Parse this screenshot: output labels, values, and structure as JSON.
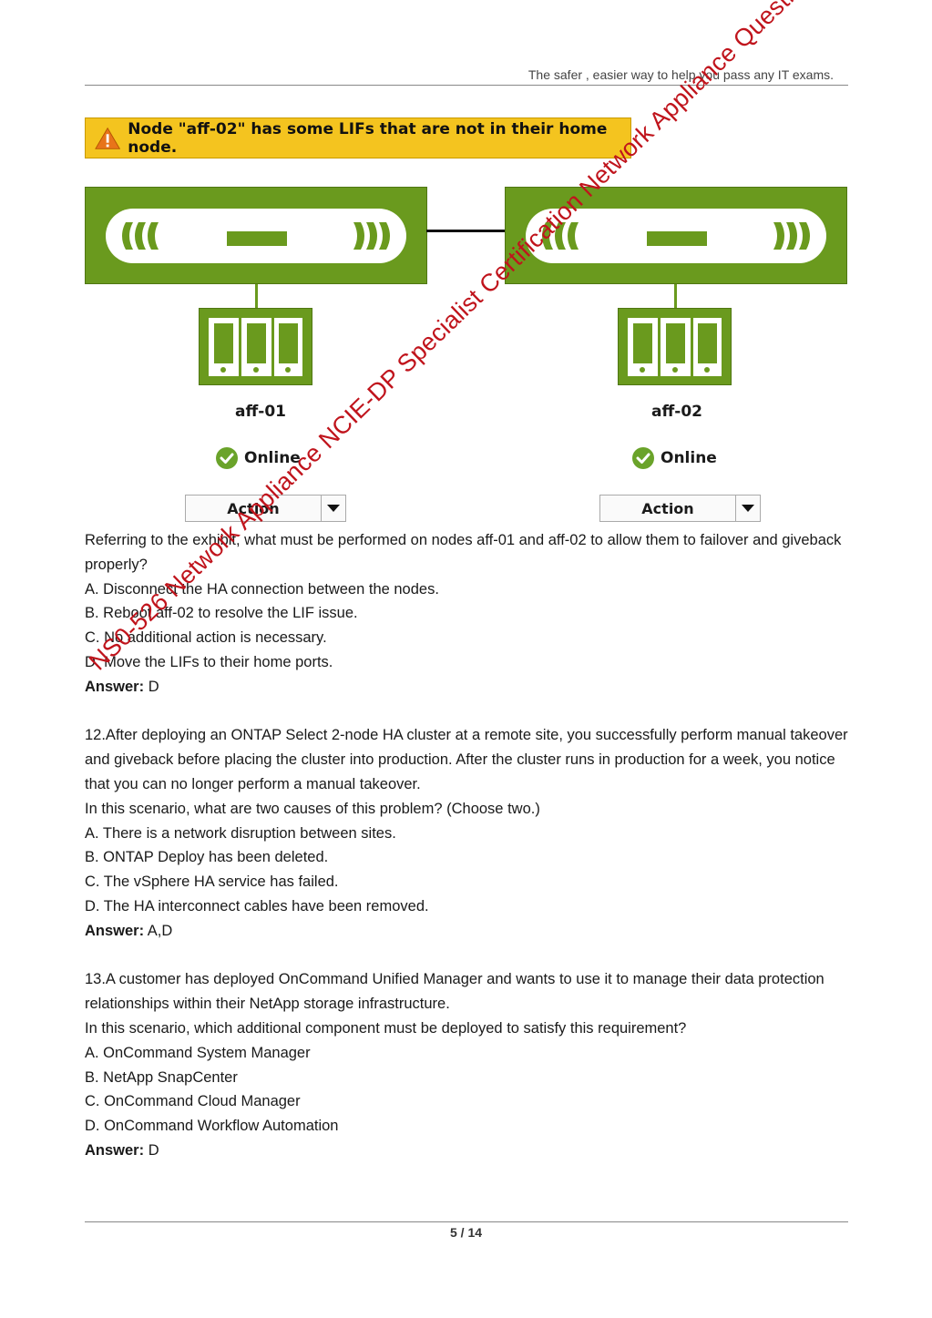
{
  "header": {
    "tagline": "The safer , easier way to help you pass any IT exams."
  },
  "exhibit": {
    "warning_message": "Node \"aff-02\" has some LIFs that are not in their home node.",
    "nodes": [
      {
        "name": "aff-01",
        "status": "Online",
        "action_label": "Action"
      },
      {
        "name": "aff-02",
        "status": "Online",
        "action_label": "Action"
      }
    ]
  },
  "q11": {
    "question": "Referring to the exhibit, what must be performed on nodes aff-01 and aff-02 to allow them to failover and giveback properly?",
    "options": [
      "A. Disconnect the HA connection between the nodes.",
      "B. Reboot aff-02 to resolve the LIF issue.",
      "C. No additional action is necessary.",
      "D. Move the LIFs to their home ports."
    ],
    "answer_label": "Answer:",
    "answer": "D"
  },
  "q12": {
    "question": "12.After deploying an ONTAP Select 2-node HA cluster at a remote site, you successfully perform manual takeover and giveback before placing the cluster into production. After the cluster runs in production for a week, you notice that you can no longer perform a manual takeover.",
    "prompt": "In this scenario, what are two causes of this problem? (Choose two.)",
    "options": [
      "A. There is a network disruption between sites.",
      "B. ONTAP Deploy has been deleted.",
      "C. The vSphere HA service has failed.",
      "D. The HA interconnect cables have been removed."
    ],
    "answer_label": "Answer:",
    "answer": "A,D"
  },
  "q13": {
    "question": "13.A customer has deployed OnCommand Unified Manager and wants to use it to manage their data protection relationships within their NetApp storage infrastructure.",
    "prompt": "In this scenario, which additional component must be deployed to satisfy this requirement?",
    "options": [
      "A. OnCommand System Manager",
      "B. NetApp SnapCenter",
      "C. OnCommand Cloud Manager",
      "D. OnCommand Workflow Automation"
    ],
    "answer_label": "Answer:",
    "answer": "D"
  },
  "watermark": "NS0-526 Network Appliance NCIE-DP Specialist Certification Network Appliance Questions Killtest",
  "footer": {
    "page": "5 / 14"
  },
  "colors": {
    "netapp_green": "#6a9a1e",
    "warning_yellow": "#f4c41f",
    "watermark_red": "#c0141c"
  }
}
